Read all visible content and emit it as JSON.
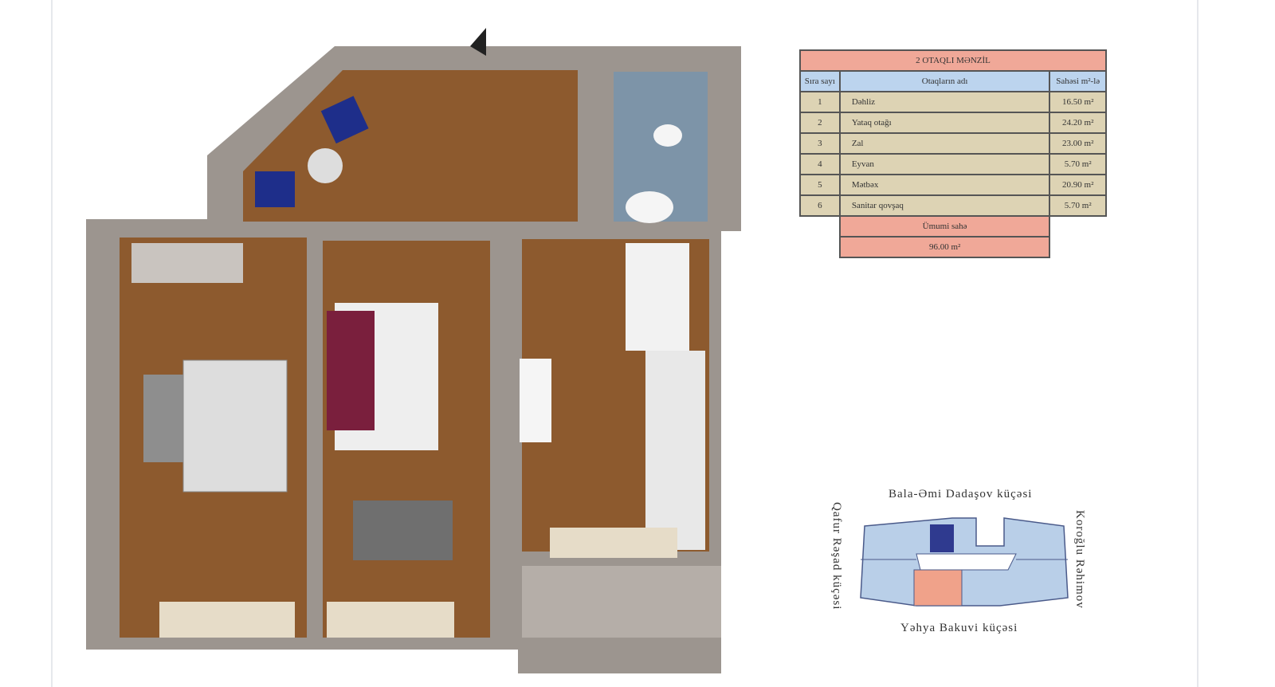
{
  "table": {
    "title": "2 OTAQLI MƏNZİL",
    "headers": [
      "Sıra sayı",
      "Otaqların adı",
      "Sahəsi m²-lə"
    ],
    "rows": [
      {
        "n": "1",
        "name": "Dəhliz",
        "area": "16.50 m²"
      },
      {
        "n": "2",
        "name": "Yataq otağı",
        "area": "24.20 m²"
      },
      {
        "n": "3",
        "name": "Zal",
        "area": "23.00 m²"
      },
      {
        "n": "4",
        "name": "Eyvan",
        "area": "5.70 m²"
      },
      {
        "n": "5",
        "name": "Mətbəx",
        "area": "20.90 m²"
      },
      {
        "n": "6",
        "name": "Sanitar qovşaq",
        "area": "5.70 m²"
      }
    ],
    "total_label": "Ümumi sahə",
    "total_value": "96.00 m²"
  },
  "site_map": {
    "north": "Bala-Əmi Dadaşov küçəsi",
    "west": "Qafur Rəşad küçəsi",
    "east": "Koroğlu Rəhimov",
    "south": "Yəhya Bakuvi küçəsi"
  },
  "colors": {
    "wall": "#9c958f",
    "wood": "#8d5a2e",
    "tile": "#7d94a8",
    "highlight": "#f0a28a",
    "building": "#b9cfe8"
  }
}
